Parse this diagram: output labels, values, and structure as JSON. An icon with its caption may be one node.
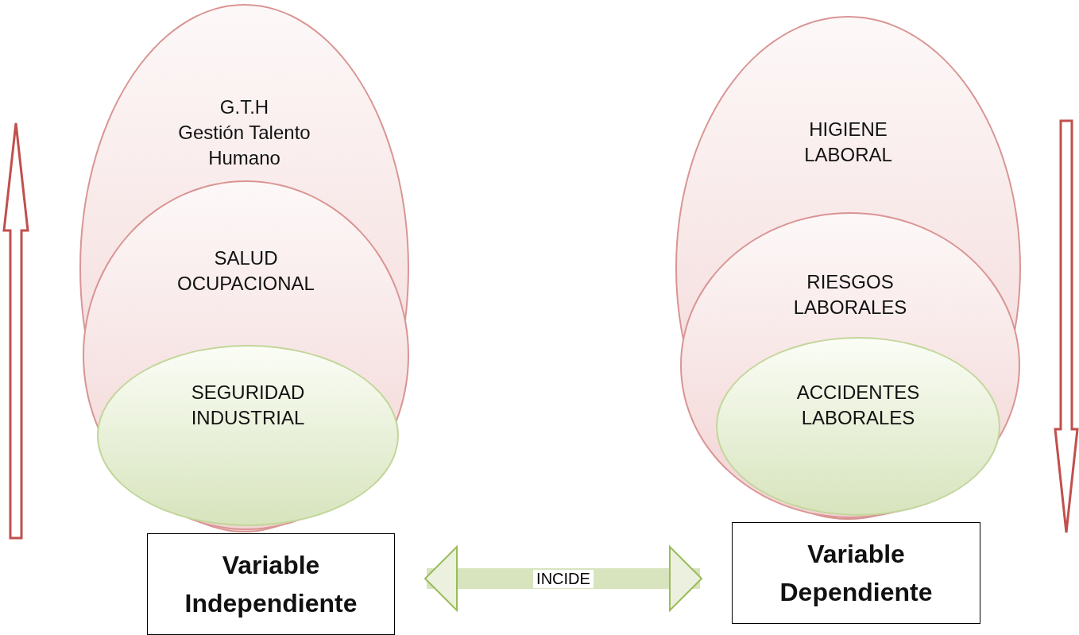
{
  "diagram": {
    "nodes": [
      {
        "text": [
          "G.T.H",
          "Gestión Talento Humano"
        ]
      },
      {
        "text": [
          "SALUD OCUPACIONAL"
        ],
        "in": 0
      },
      {
        "text": [
          "SEGURIDAD INDUSTRIAL"
        ],
        "in": 1
      },
      {
        "text": [
          "Variable Independiente"
        ]
      },
      {
        "text": [
          "HIGIENE LABORAL"
        ]
      },
      {
        "text": [
          "RIESGOS LABORALES"
        ],
        "in": 4
      },
      {
        "text": [
          "ACCIDENTES LABORALES"
        ],
        "in": 5
      },
      {
        "text": [
          "Variable Dependiente"
        ]
      }
    ],
    "edges": [
      {
        "from": 3,
        "to": 7,
        "arrow": "both",
        "label": "INCIDE"
      }
    ]
  }
}
